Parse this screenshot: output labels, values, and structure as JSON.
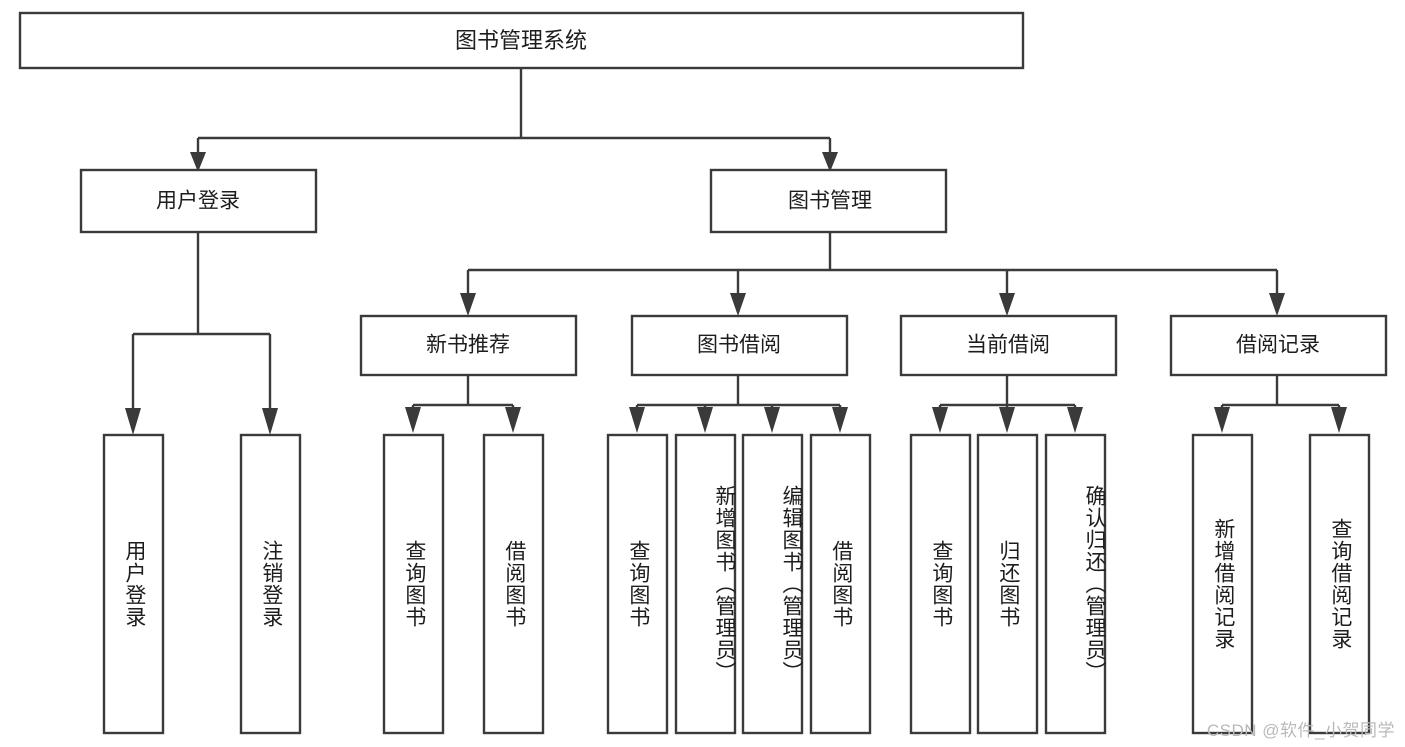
{
  "diagram": {
    "type": "tree-hierarchy",
    "title": "图书管理系统",
    "root": {
      "label": "图书管理系统"
    },
    "level2": [
      {
        "id": "user-login",
        "label": "用户登录"
      },
      {
        "id": "book-manage",
        "label": "图书管理"
      }
    ],
    "level3": [
      {
        "id": "new-book-rec",
        "label": "新书推荐",
        "parent": "book-manage"
      },
      {
        "id": "book-borrow",
        "label": "图书借阅",
        "parent": "book-manage"
      },
      {
        "id": "current-borrow",
        "label": "当前借阅",
        "parent": "book-manage"
      },
      {
        "id": "borrow-record",
        "label": "借阅记录",
        "parent": "book-manage"
      }
    ],
    "leaves": [
      {
        "id": "leaf-user-login",
        "label": "用户登录",
        "parent": "user-login"
      },
      {
        "id": "leaf-logout",
        "label": "注销登录",
        "parent": "user-login"
      },
      {
        "id": "leaf-query-book-1",
        "label": "查询图书",
        "parent": "new-book-rec"
      },
      {
        "id": "leaf-borrow-book-1",
        "label": "借阅图书",
        "parent": "new-book-rec"
      },
      {
        "id": "leaf-query-book-2",
        "label": "查询图书",
        "parent": "book-borrow"
      },
      {
        "id": "leaf-add-book",
        "label": "新增图书（管理员）",
        "parent": "book-borrow"
      },
      {
        "id": "leaf-edit-book",
        "label": "编辑图书（管理员）",
        "parent": "book-borrow"
      },
      {
        "id": "leaf-borrow-book-2",
        "label": "借阅图书",
        "parent": "book-borrow"
      },
      {
        "id": "leaf-query-book-3",
        "label": "查询图书",
        "parent": "current-borrow"
      },
      {
        "id": "leaf-return-book",
        "label": "归还图书",
        "parent": "current-borrow"
      },
      {
        "id": "leaf-confirm-return",
        "label": "确认归还（管理员）",
        "parent": "current-borrow"
      },
      {
        "id": "leaf-add-record",
        "label": "新增借阅记录",
        "parent": "borrow-record"
      },
      {
        "id": "leaf-query-record",
        "label": "查询借阅记录",
        "parent": "borrow-record"
      }
    ],
    "colors": {
      "stroke": "#3a3a3a",
      "fill": "#ffffff",
      "text": "#1d1d1d",
      "watermark": "#b9b9b9"
    }
  },
  "watermark": {
    "text": "CSDN @软件_小贺同学"
  }
}
